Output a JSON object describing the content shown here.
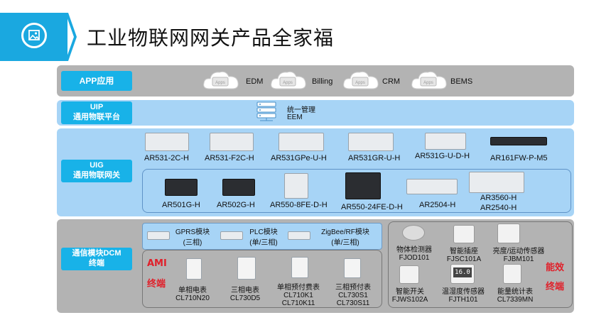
{
  "title": "工业物联网网关产品全家福",
  "colors": {
    "accent": "#18b2e8",
    "red": "#e0202a",
    "layer_gray": "#b3b3b3",
    "layer_blue": "#a7d4f6"
  },
  "app_layer": {
    "label": "APP应用",
    "cloud_label": "Apps",
    "items": [
      "EDM",
      "Billing",
      "CRM",
      "BEMS"
    ]
  },
  "uip_layer": {
    "label_line1": "UIP",
    "label_line2": "通用物联平台",
    "server_icon": "server-stack-icon",
    "items": [
      "统一管理",
      "EEM"
    ]
  },
  "uig_layer": {
    "label_line1": "UIG",
    "label_line2": "通用物联网关",
    "top_devices": [
      "AR531-2C-H",
      "AR531-F2C-H",
      "AR531GPe-U-H",
      "AR531GR-U-H",
      "AR531G-U-D-H",
      "AR161FW-P-M5"
    ],
    "bottom_devices": [
      "AR501G-H",
      "AR502G-H",
      "AR550-8FE-D-H",
      "AR550-24FE-D-H",
      "AR2504-H"
    ],
    "bottom_right": [
      "AR3560-H",
      "AR2540-H"
    ]
  },
  "dcm_layer": {
    "label_line1": "通信模块DCM",
    "label_line2": "终端",
    "modules": [
      {
        "line1": "GPRS模块",
        "line2": "(三相)"
      },
      {
        "line1": "PLC模块",
        "line2": "(单/三相)"
      },
      {
        "line1": "ZigBee/RF模块",
        "line2": "(单/三相)"
      }
    ],
    "ami_line1": "AMI",
    "ami_line2": "终端",
    "meters": [
      {
        "line1": "单相电表",
        "line2": "CL710N20",
        "line3": ""
      },
      {
        "line1": "三相电表",
        "line2": "CL730D5",
        "line3": ""
      },
      {
        "line1": "单相预付费表",
        "line2": "CL710K1",
        "line3": "CL710K11"
      },
      {
        "line1": "三相预付表",
        "line2": "CL730S1",
        "line3": "CL730S11"
      }
    ],
    "energy_line1": "能效",
    "energy_line2": "终端",
    "sensors_top": [
      {
        "line1": "物体检测器",
        "line2": "FJOD101"
      },
      {
        "line1": "智能插座",
        "line2": "FJSC101A"
      },
      {
        "line1": "亮度/运动传感器",
        "line2": "FJBM101"
      }
    ],
    "sensors_bottom": [
      {
        "line1": "智能开关",
        "line2": "FJWS102A"
      },
      {
        "line1": "温湿度传感器",
        "line2": "FJTH101"
      },
      {
        "line1": "能量统计表",
        "line2": "CL7339MN"
      }
    ],
    "thermo_display": "16.0"
  }
}
